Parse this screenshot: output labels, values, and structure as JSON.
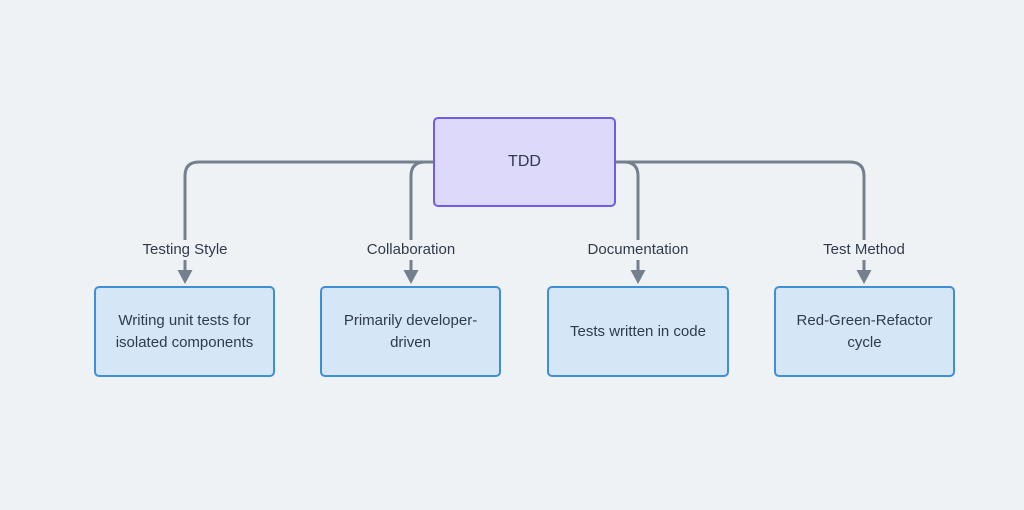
{
  "diagram": {
    "type": "flowchart-top-down",
    "root": {
      "label": "TDD"
    },
    "branches": [
      {
        "edge_label": "Testing Style",
        "node_label": "Writing unit tests for isolated components"
      },
      {
        "edge_label": "Collaboration",
        "node_label": "Primarily developer-driven"
      },
      {
        "edge_label": "Documentation",
        "node_label": "Tests written in code"
      },
      {
        "edge_label": "Test Method",
        "node_label": "Red-Green-Refactor cycle"
      }
    ],
    "colors": {
      "background": "#eff2f5",
      "root_fill": "#dcd9fa",
      "root_border": "#6f5de8",
      "node_fill": "#d5e6f6",
      "node_border": "#3f8fd6",
      "edge": "#74808d",
      "text": "#2f3b4c"
    }
  }
}
